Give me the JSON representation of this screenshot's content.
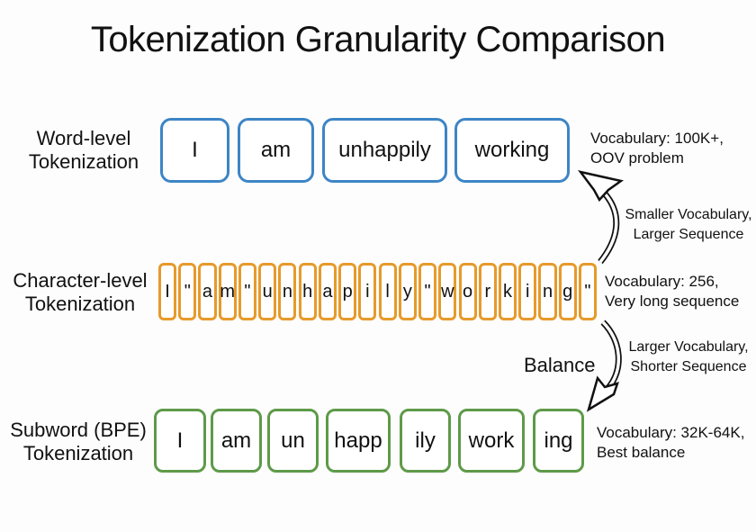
{
  "title": "Tokenization Granularity Comparison",
  "colors": {
    "word": "#3d85c6",
    "char": "#e69a2b",
    "subword": "#5e9a48"
  },
  "rows": {
    "word": {
      "label_line1": "Word-level",
      "label_line2": "Tokenization",
      "tokens": [
        "I",
        "am",
        "unhappily",
        "working"
      ],
      "note_line1": "Vocabulary: 100K+,",
      "note_line2": "OOV problem"
    },
    "char": {
      "label_line1": "Character-level",
      "label_line2": "Tokenization",
      "tokens": [
        "I",
        "\"",
        "a",
        "m",
        "\"",
        "u",
        "n",
        "h",
        "a",
        "p",
        "i",
        "l",
        "y",
        "\"",
        "w",
        "o",
        "r",
        "k",
        "i",
        "n",
        "g",
        "\""
      ],
      "note_line1": "Vocabulary: 256,",
      "note_line2": "Very long sequence"
    },
    "subword": {
      "label_line1": "Subword (BPE)",
      "label_line2": "Tokenization",
      "tokens": [
        "I",
        "am",
        "un",
        "happ",
        "ily",
        "work",
        "ing"
      ],
      "note_line1": "Vocabulary: 32K-64K,",
      "note_line2": "Best balance"
    }
  },
  "arrows": {
    "up": {
      "line1": "Smaller Vocabulary,",
      "line2": "Larger Sequence",
      "icon": "curved-arrow-up"
    },
    "down": {
      "line1": "Larger Vocabulary,",
      "line2": "Shorter Sequence",
      "icon": "curved-arrow-down"
    },
    "balance_label": "Balance"
  }
}
